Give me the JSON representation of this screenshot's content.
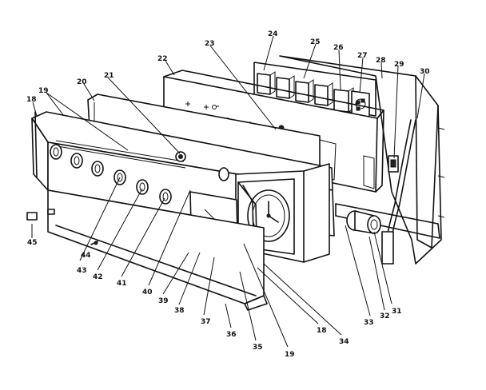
{
  "callouts": [
    {
      "id": "c18a",
      "label": "18"
    },
    {
      "id": "c19a",
      "label": "19"
    },
    {
      "id": "c20",
      "label": "20"
    },
    {
      "id": "c21",
      "label": "21"
    },
    {
      "id": "c22",
      "label": "22"
    },
    {
      "id": "c23",
      "label": "23"
    },
    {
      "id": "c24",
      "label": "24"
    },
    {
      "id": "c25",
      "label": "25"
    },
    {
      "id": "c26",
      "label": "26"
    },
    {
      "id": "c27",
      "label": "27"
    },
    {
      "id": "c28",
      "label": "28"
    },
    {
      "id": "c29",
      "label": "29"
    },
    {
      "id": "c30",
      "label": "30"
    },
    {
      "id": "c31",
      "label": "31"
    },
    {
      "id": "c32",
      "label": "32"
    },
    {
      "id": "c33",
      "label": "33"
    },
    {
      "id": "c34",
      "label": "34"
    },
    {
      "id": "c18b",
      "label": "18"
    },
    {
      "id": "c19b",
      "label": "19"
    },
    {
      "id": "c35",
      "label": "35"
    },
    {
      "id": "c36",
      "label": "36"
    },
    {
      "id": "c37",
      "label": "37"
    },
    {
      "id": "c38",
      "label": "38"
    },
    {
      "id": "c39",
      "label": "39"
    },
    {
      "id": "c40",
      "label": "40"
    },
    {
      "id": "c41",
      "label": "41"
    },
    {
      "id": "c42",
      "label": "42"
    },
    {
      "id": "c43",
      "label": "43"
    },
    {
      "id": "c44",
      "label": "44"
    },
    {
      "id": "c45",
      "label": "45"
    }
  ]
}
